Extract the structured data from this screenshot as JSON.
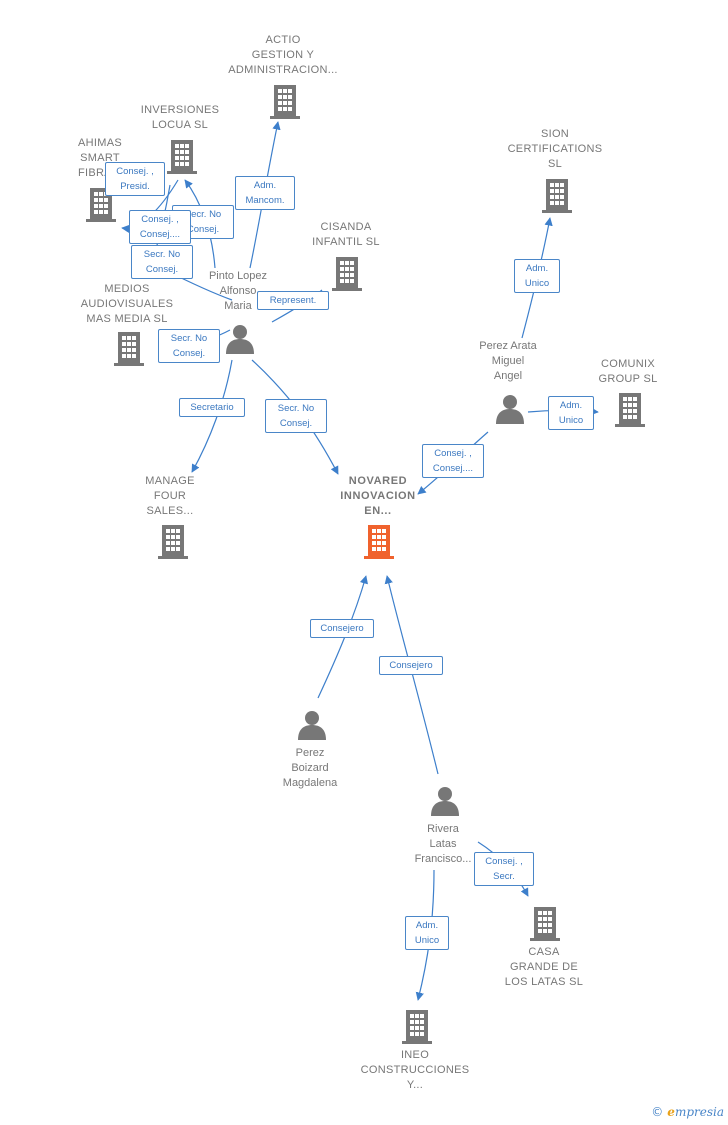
{
  "colors": {
    "edge": "#3d7fcb",
    "icon": "#777777",
    "center": "#f0622d",
    "label": "#777777"
  },
  "nodes": {
    "actio": {
      "label": "ACTIO\nGESTION Y\nADMINISTRACION...",
      "icon": "building-icon"
    },
    "inversiones": {
      "label": "INVERSIONES\nLOCUA  SL",
      "icon": "building-icon"
    },
    "ahimas": {
      "label": "AHIMAS\nSMART\nFIBRA...",
      "icon": "building-icon"
    },
    "cisanda": {
      "label": "CISANDA\nINFANTIL  SL",
      "icon": "building-icon"
    },
    "sion": {
      "label": "SION\nCERTIFICATIONS\nSL",
      "icon": "building-icon"
    },
    "medios": {
      "label": "MEDIOS\nAUDIOVISUALES\nMAS MEDIA  SL",
      "icon": "building-icon"
    },
    "pinto": {
      "label": "Pinto Lopez\nAlfonso\nMaria",
      "icon": "person-icon"
    },
    "arata": {
      "label": "Perez Arata\nMiguel\nAngel",
      "icon": "person-icon"
    },
    "comunix": {
      "label": "COMUNIX\nGROUP  SL",
      "icon": "building-icon"
    },
    "manage": {
      "label": "MANAGE\nFOUR\nSALES...",
      "icon": "building-icon"
    },
    "novared": {
      "label": "NOVARED\nINNOVACION\nEN...",
      "icon": "building-icon"
    },
    "boizard": {
      "label": "Perez\nBoizard\nMagdalena",
      "icon": "person-icon"
    },
    "rivera": {
      "label": "Rivera\nLatas\nFrancisco...",
      "icon": "person-icon"
    },
    "casa": {
      "label": "CASA\nGRANDE DE\nLOS LATAS SL",
      "icon": "building-icon"
    },
    "ineo": {
      "label": "INEO\nCONSTRUCCIONES\nY...",
      "icon": "building-icon"
    }
  },
  "edges": {
    "pinto_actio": "Adm.\nMancom.",
    "pinto_ahimas": "Consej. ,\nPresid.",
    "pinto_inversiones": "Secr.  No\nConsej.",
    "pinto_ahimas2": "Consej. ,\nConsej....",
    "pinto_medios": "Secr.  No\nConsej.",
    "pinto_cisanda": "Represent.",
    "pinto_medios2": "Secr.  No\nConsej.",
    "pinto_manage": "Secretario",
    "pinto_novared": "Secr.  No\nConsej.",
    "arata_sion": "Adm.\nUnico",
    "arata_comunix": "Adm.\nUnico",
    "arata_novared": "Consej. ,\nConsej....",
    "boizard_novared": "Consejero",
    "rivera_novared": "Consejero",
    "rivera_casa": "Consej. ,\nSecr.",
    "rivera_ineo": "Adm.\nUnico"
  },
  "footer": {
    "copyright": "©",
    "brand_initial": "e",
    "brand_rest": "mpresia"
  }
}
